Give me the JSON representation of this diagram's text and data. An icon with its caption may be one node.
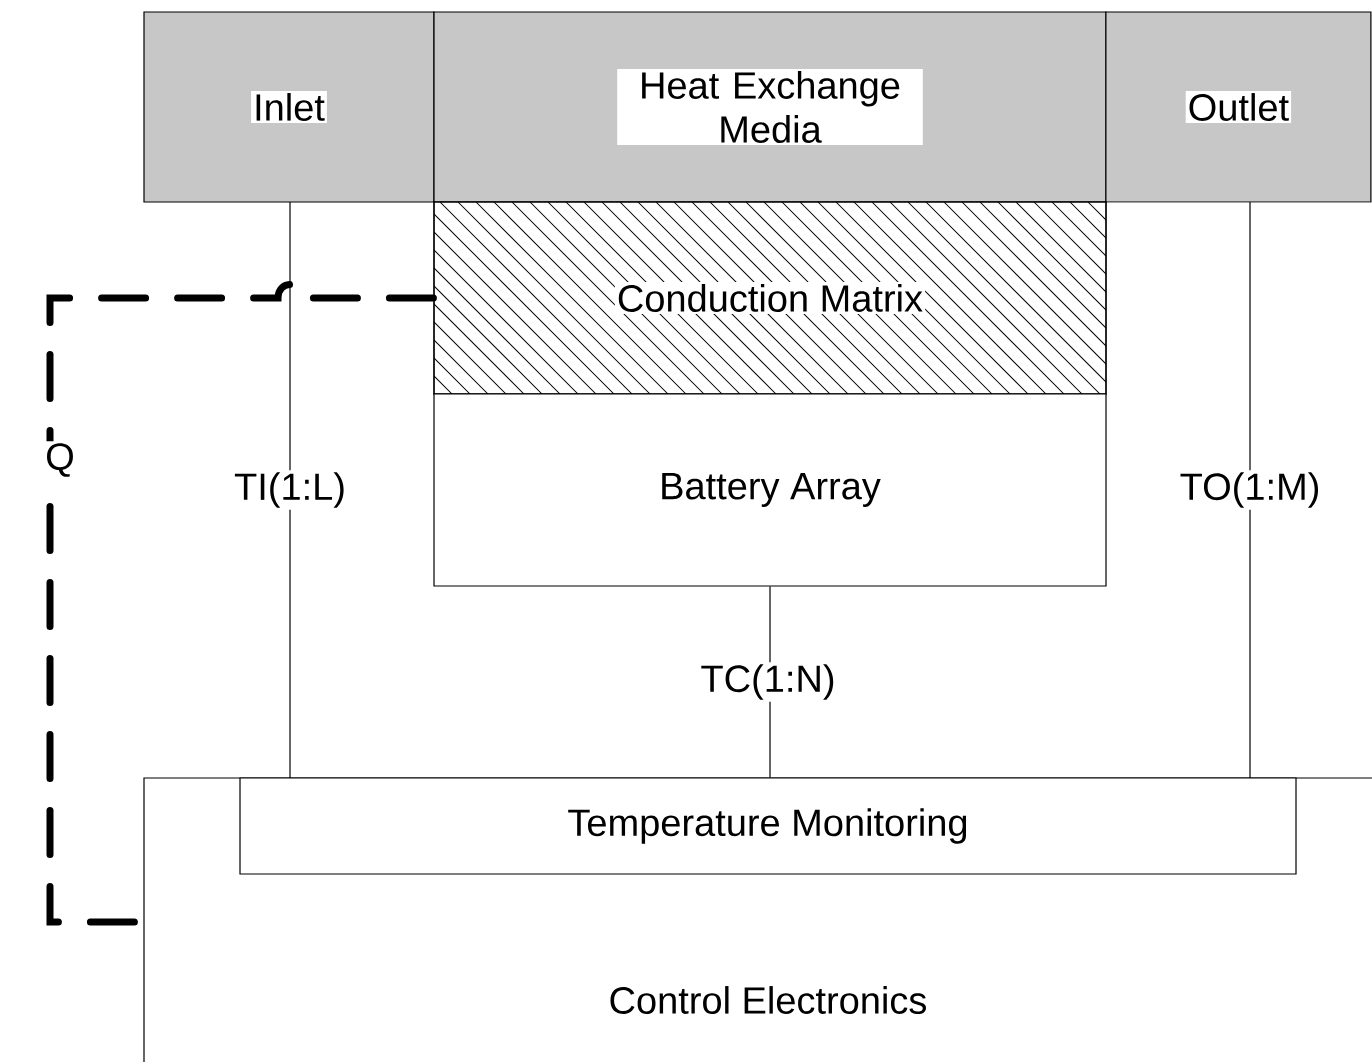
{
  "diagram": {
    "nodes": [
      {
        "text": [
          "Inlet"
        ]
      },
      {
        "text": [
          "Heat Exchange Media"
        ]
      },
      {
        "text": [
          "Outlet"
        ]
      },
      {
        "text": [
          "Conduction Matrix"
        ]
      },
      {
        "text": [
          "Battery Array"
        ]
      },
      {
        "text": [
          "Control Electronics"
        ]
      },
      {
        "text": [
          "Temperature Monitoring"
        ],
        "in": 5
      }
    ],
    "edges": [
      {
        "from": 0,
        "to": 6,
        "arrow": "none",
        "label": "TI(1:L)"
      },
      {
        "from": 4,
        "to": 6,
        "arrow": "none",
        "label": "TC(1:N)"
      },
      {
        "from": 2,
        "to": 6,
        "arrow": "none",
        "label": "TO(1:M)"
      },
      {
        "from": 3,
        "to": 5,
        "arrow": "none",
        "label": "Q",
        "style": "dashed"
      }
    ]
  }
}
